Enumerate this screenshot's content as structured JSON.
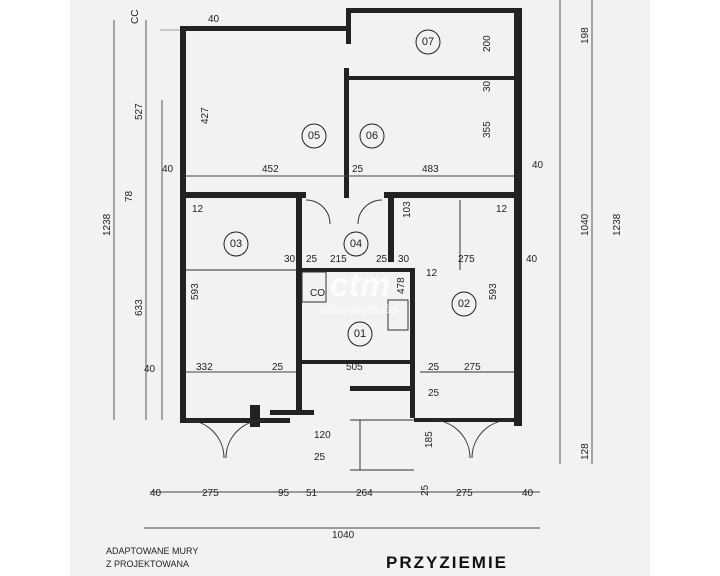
{
  "title": "PRZYZIEMIE",
  "legend": [
    "ADAPTOWANE MURY",
    "Z PROJEKTOWANA"
  ],
  "watermark": {
    "logo": "ctm",
    "text": "nieruchomości"
  },
  "rooms": [
    "01",
    "02",
    "03",
    "04",
    "05",
    "06",
    "07"
  ],
  "dimensions": {
    "overall_width": "1040",
    "overall_height": "1238",
    "right_height": "1040",
    "right_top": "198",
    "right_bottom": "128",
    "left_upper": "527",
    "left_lower": "633",
    "left_mid": "78",
    "top_wall_left": "40",
    "top_wall_cc": "CC",
    "bottom_segments": [
      "40",
      "275",
      "95",
      "51",
      "264",
      "25",
      "275",
      "40"
    ],
    "room05_width": "452",
    "room05_height": "427",
    "room06_width": "483",
    "room06_height": "355",
    "room07_height": "200",
    "corridor_wall": "25",
    "wall_40_left": "40",
    "wall_40_right": "40",
    "wall_12_left": "12",
    "wall_12_right": "12",
    "wall_12_small": "12",
    "room03_width": "332",
    "room03_height": "593",
    "room03_wall": "25",
    "room03_small": "30",
    "room04_25a": "25",
    "room04_215": "215",
    "room04_25b": "25",
    "room04_30": "30",
    "room04_103": "103",
    "room01_width": "505",
    "room01_height": "478",
    "room02_width": "275",
    "room02_width_b": "275",
    "room02_height": "593",
    "room02_wall": "25",
    "room02_wall_b": "25",
    "room07_30": "30",
    "window_40_left": "40",
    "window_40_right": "40",
    "stair_label": "120",
    "stair_label_b": "25",
    "vent_label": "CO",
    "right_185": "185"
  }
}
